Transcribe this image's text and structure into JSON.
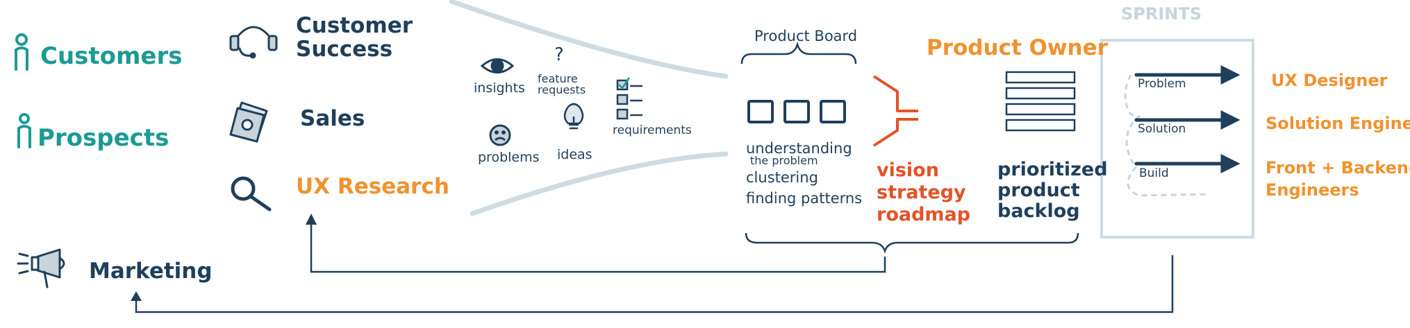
{
  "sources": {
    "customers": "Customers",
    "prospects": "Prospects",
    "customer_success": [
      "Customer",
      "Success"
    ],
    "sales": "Sales",
    "ux_research": "UX Research",
    "marketing": "Marketing"
  },
  "inputs": {
    "insights": "insights",
    "feature_requests": [
      "feature",
      "requests"
    ],
    "requirements": "requirements",
    "problems": "problems",
    "ideas": "ideas",
    "question_mark": "?"
  },
  "product_board": {
    "title": "Product Board",
    "steps": [
      "understanding",
      "the problem",
      "clustering",
      "finding patterns"
    ]
  },
  "product_owner": {
    "title": "Product Owner",
    "outputs": [
      "vision",
      "strategy",
      "roadmap"
    ],
    "backlog": [
      "prioritized",
      "product",
      "backlog"
    ]
  },
  "sprints": {
    "title": "SPRINTS",
    "phases": [
      "Problem",
      "Solution",
      "Build"
    ]
  },
  "roles": {
    "ux_designer": "UX Designer",
    "solution_engineer": "Solution Engineer",
    "engineers": [
      "Front + Backend",
      "Engineers"
    ]
  },
  "colors": {
    "teal": "#1c9a94",
    "navy": "#1f3f5b",
    "orange": "#f0922e",
    "red": "#e25328",
    "pale": "#c7d4dc"
  }
}
